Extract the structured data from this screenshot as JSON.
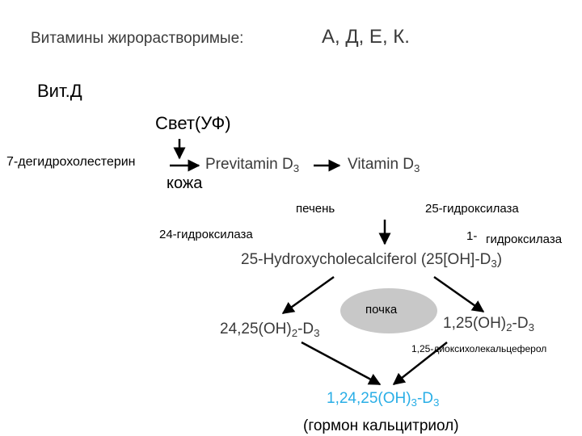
{
  "header": {
    "prefix": "Витамины  жирорастворимые:",
    "list": "А, Д, Е, К."
  },
  "section_title": "Вит.Д",
  "diagram": {
    "light": "Свет(УФ)",
    "precursor": "7-дегидрохолестерин",
    "skin": "кожа",
    "previtamin": "Previtamin D",
    "previtamin_sub": "3",
    "vitamin": "Vitamin D",
    "vitamin_sub": "3",
    "liver": "печень",
    "enzyme_25": "25-гидроксилаза",
    "enzyme_24": "24-гидроксилаза",
    "enzyme_1_num": "1-",
    "enzyme_1_text": "гидроксилаза",
    "hydroxy": "25-Hydroxycholecalciferol (25[OH]-D",
    "hydroxy_sub": "3",
    "hydroxy_close": ")",
    "kidney": "почка",
    "left_prefix": "24,25(OH)",
    "left_sub1": "2",
    "left_mid": "-D",
    "left_sub2": "3",
    "right_prefix": "1,25(OH)",
    "right_sub1": "2",
    "right_mid": "-D",
    "right_sub2": "3",
    "right_name": "1,25-диоксихолекальцеферол",
    "final_prefix": "1,24,25(OH)",
    "final_sub1": "3",
    "final_mid": "-D",
    "final_sub2": "3",
    "hormone": "(гормон кальцитриол)"
  },
  "colors": {
    "text": "#000000",
    "final_compound": "#29aee6",
    "kidney_ellipse": "#c8c8c8"
  }
}
